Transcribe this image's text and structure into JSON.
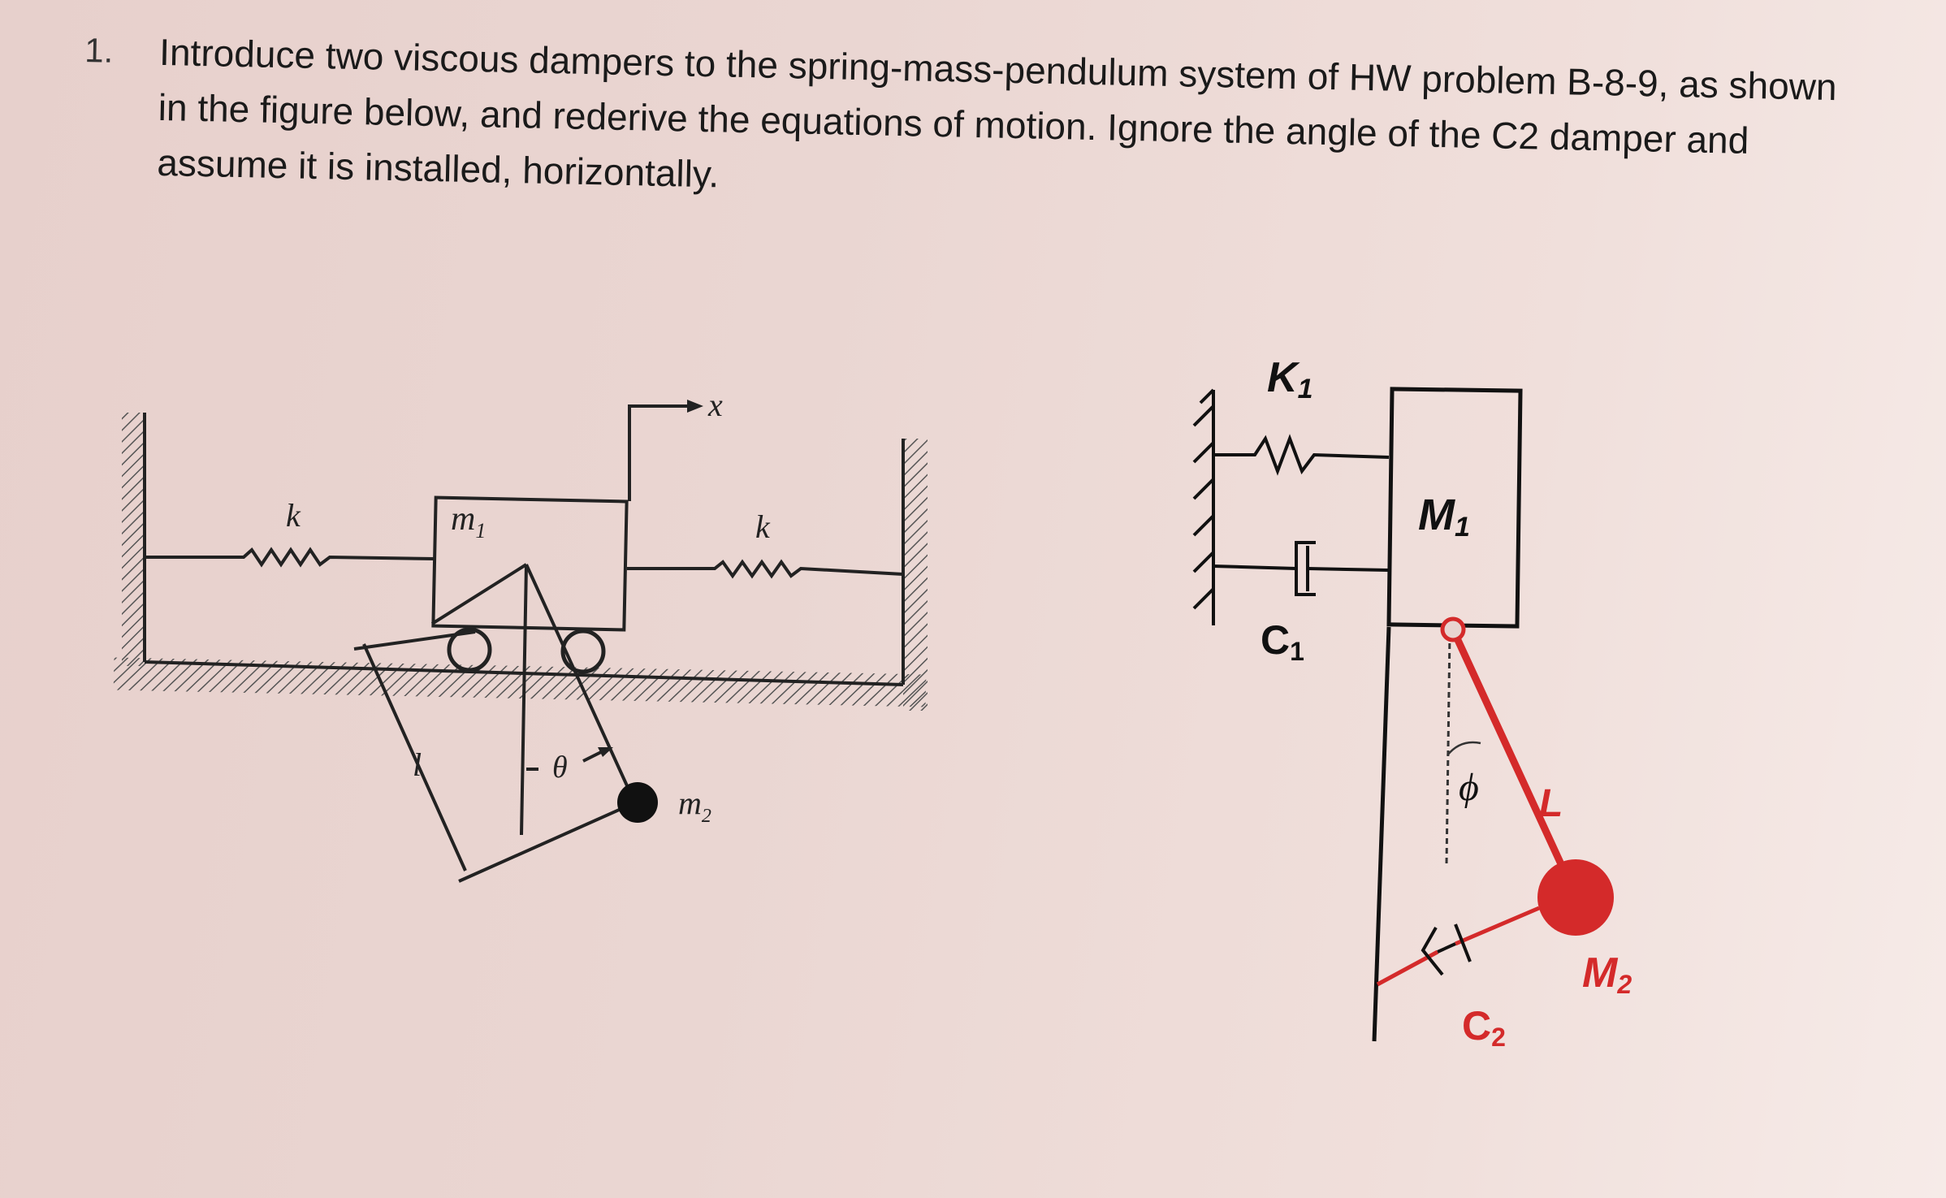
{
  "problem": {
    "number": "1.",
    "text": "Introduce two viscous dampers to the spring-mass-pendulum system of HW problem B-8-9, as shown in the figure below, and rederive the equations of motion.  Ignore the angle of the C2 damper and assume it is installed, horizontally."
  },
  "left_figure": {
    "spring_left_label": "k",
    "spring_right_label": "k",
    "mass1_label": "m",
    "mass1_sub": "1",
    "mass2_label": "m",
    "mass2_sub": "2",
    "x_label": "x",
    "length_label": "l",
    "angle_label": "θ"
  },
  "right_figure": {
    "k1_label": "K",
    "k1_sub": "1",
    "c1_label": "C",
    "c1_sub": "1",
    "m1_label": "M",
    "m1_sub": "1",
    "phi_label": "ϕ",
    "length_label": "L",
    "m2_label": "M",
    "m2_sub": "2",
    "c2_label": "C",
    "c2_sub": "2",
    "pendulum_color": "#d42a2a"
  }
}
